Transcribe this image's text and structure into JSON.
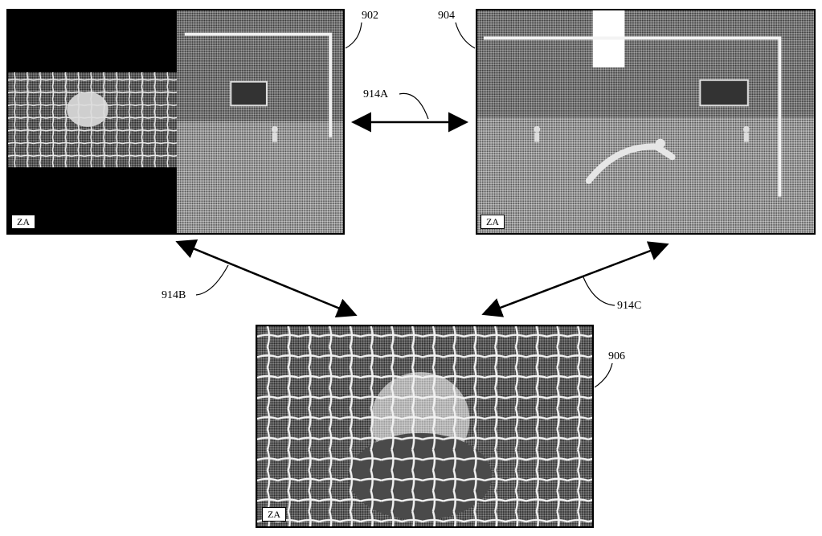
{
  "frames": [
    {
      "id": "902",
      "label": "902",
      "badge": "ZA"
    },
    {
      "id": "904",
      "label": "904",
      "badge": "ZA"
    },
    {
      "id": "906",
      "label": "906",
      "badge": "ZA"
    }
  ],
  "connectors": [
    {
      "id": "914A",
      "label": "914A",
      "from": "902",
      "to": "904"
    },
    {
      "id": "914B",
      "label": "914B",
      "from": "902",
      "to": "906"
    },
    {
      "id": "914C",
      "label": "914C",
      "from": "904",
      "to": "906"
    }
  ],
  "colors": {
    "ink": "#000000",
    "paper": "#ffffff",
    "photo_gray": "#8a8a8a"
  }
}
